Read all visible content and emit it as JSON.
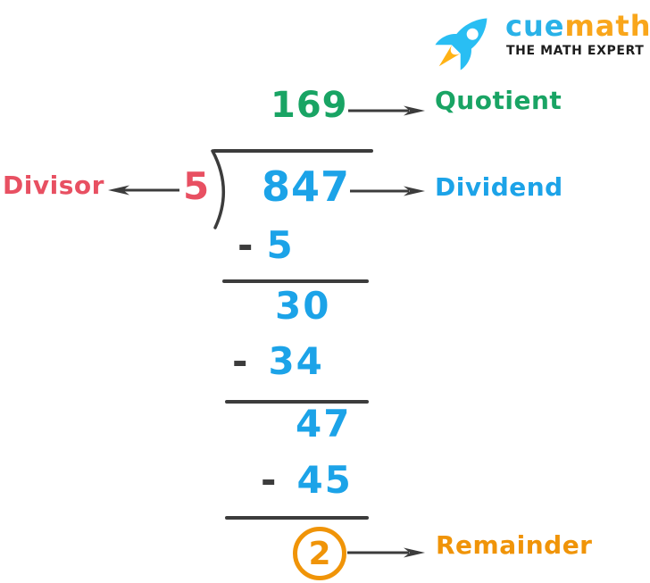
{
  "logo": {
    "brand_cue": "cue",
    "brand_math": "math",
    "tagline": "THE MATH EXPERT",
    "rocket_icon": "rocket-icon"
  },
  "division": {
    "quotient": {
      "value": "169",
      "label": "Quotient"
    },
    "divisor": {
      "value": "5",
      "label": "Divisor"
    },
    "dividend": {
      "value": "847",
      "label": "Dividend"
    },
    "remainder": {
      "value": "2",
      "label": "Remainder"
    },
    "steps": [
      {
        "operator": "-",
        "value": "5"
      },
      {
        "value": "30"
      },
      {
        "operator": "-",
        "value": "34"
      },
      {
        "value": "47"
      },
      {
        "operator": "-",
        "value": "45"
      }
    ]
  },
  "icons": {
    "rocket": "rocket-icon",
    "arrow_right": "→",
    "arrow_left": "←"
  },
  "colors": {
    "green": "#19a464",
    "blue": "#1ca3e8",
    "red": "#e85062",
    "orange": "#f09408",
    "dark": "#3c3c3c",
    "ink": "#1d1d1d",
    "logo_blue": "#29b2e8",
    "logo_orange": "#f9a61b",
    "rocket_blue": "#29bef3",
    "flame_orange": "#ffb214"
  }
}
